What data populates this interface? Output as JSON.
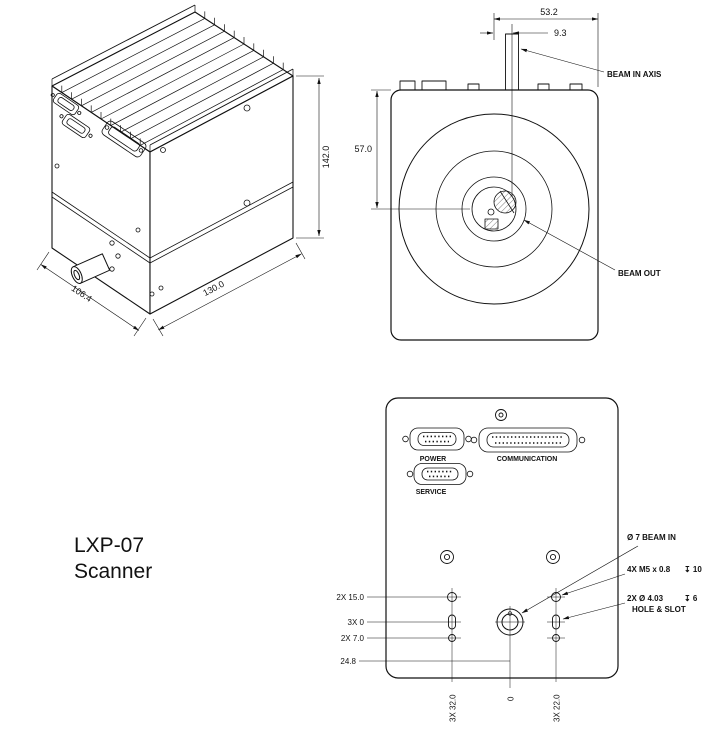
{
  "colors": {
    "ink": "#111111",
    "background": "#ffffff"
  },
  "title": {
    "line1": "LXP-07",
    "line2": "Scanner"
  },
  "iso_view": {
    "dim_height": "142.0",
    "dim_width": "106.4",
    "dim_depth": "130.0"
  },
  "front_view": {
    "dim_half_width": "53.2",
    "dim_beam_offset": "9.3",
    "dim_beam_height": "57.0",
    "label_beam_in_axis": "BEAM IN AXIS",
    "label_beam_out": "BEAM OUT"
  },
  "bottom_view": {
    "label_power": "POWER",
    "label_service": "SERVICE",
    "label_communication": "COMMUNICATION",
    "ann_beam_in": "Ø 7  BEAM IN",
    "ann_m5": "4X M5 x 0.8",
    "ann_m5_depth": "↧ 10",
    "ann_hole": "2X Ø 4.03",
    "ann_hole_depth": "↧ 6",
    "ann_hole_slot": "HOLE & SLOT",
    "dim_15": "2X 15.0",
    "dim_0": "3X 0",
    "dim_7": "2X 7.0",
    "dim_24_8": "24.8",
    "dim_32": "3X 32.0",
    "dim_x0": "0",
    "dim_22": "3X 22.0"
  }
}
